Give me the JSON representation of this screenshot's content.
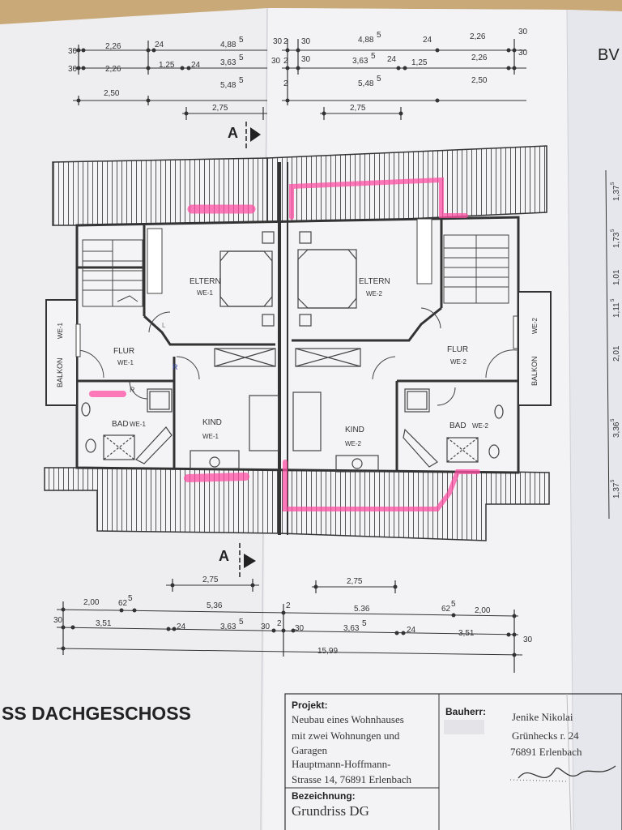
{
  "header": {
    "stamp_corner": "BV"
  },
  "sections": {
    "mark_top": "A",
    "mark_bottom": "A"
  },
  "rooms": {
    "eltern_left": "ELTERN",
    "eltern_left_unit": "WE-1",
    "eltern_right": "ELTERN",
    "eltern_right_unit": "WE-2",
    "flur_left": "FLUR",
    "flur_left_unit": "WE-1",
    "flur_right": "FLUR",
    "flur_right_unit": "WE-2",
    "bad_left": "BAD",
    "bad_left_unit": "WE-1",
    "bad_right": "BAD",
    "bad_right_unit": "WE-2",
    "kind_left": "KIND",
    "kind_left_unit": "WE-1",
    "kind_right": "KIND",
    "kind_right_unit": "WE-2",
    "balkon_left": "BALKON",
    "balkon_left_unit": "WE-1",
    "balkon_right": "BALKON",
    "balkon_right_unit": "WE-2"
  },
  "marks": {
    "r1": "R",
    "r2": "R",
    "l1": "L"
  },
  "dims_top": {
    "l30a": "30",
    "l226a": "2,26",
    "l24a": "24",
    "l4885a": "4,88",
    "sup5a": "5",
    "l30b": "30",
    "l226b": "2,26",
    "l125a": "1,25",
    "l24b": "24",
    "l3635a": "3,63",
    "sup5b": "5",
    "l250a": "2,50",
    "l5485a": "5,48",
    "sup5c": "5",
    "l275a": "2,75",
    "r30a": "30",
    "r2a": "2",
    "r30b": "30",
    "r4885": "4,88",
    "sup5d": "5",
    "r24a": "24",
    "r226a": "2,26",
    "r30c": "30",
    "r30d": "30",
    "r2b": "2",
    "r30e": "30",
    "r3635": "3,63",
    "sup5e": "5",
    "r24b": "24",
    "r125": "1,25",
    "r226b": "2,26",
    "r30f": "30",
    "r2c": "2",
    "r5485": "5,48",
    "sup5f": "5",
    "r250": "2,50",
    "r275": "2,75"
  },
  "dims_bottom": {
    "l275": "2,75",
    "r275": "2,75",
    "l200": "2,00",
    "l625": "62",
    "sup5a": "5",
    "l536": "5,36",
    "r2a": "2",
    "r536": "5.36",
    "r625": "62",
    "sup5b": "5",
    "r200": "2,00",
    "l30": "30",
    "l351": "3,51",
    "l24": "24",
    "l3635": "3,63",
    "sup5c": "5",
    "m30": "30",
    "m2": "2",
    "m30b": "30",
    "r3635": "3,63",
    "sup5d": "5",
    "r24": "24",
    "r351": "3,51",
    "r30": "30",
    "total": "15,99"
  },
  "dims_side": {
    "s1": "1,37",
    "s1sup": "5",
    "s2": "1,73",
    "s2sup": "5",
    "s3": "1,01",
    "s4": "1,11",
    "s4sup": "5",
    "s5": "2,01",
    "s6": "3,36",
    "s6sup": "5",
    "s7": "1,37",
    "s7sup": "5"
  },
  "plan_title": "SS  DACHGESCHOSS",
  "title_block": {
    "projekt_label": "Projekt:",
    "projekt_line1": "Neubau eines Wohnhauses",
    "projekt_line2": "mit zwei Wohnungen und",
    "projekt_line3": "Garagen",
    "projekt_line4": "Hauptmann-Hoffmann-",
    "projekt_line5": "Strasse 14, 76891 Erlenbach",
    "bezeichnung_label": "Bezeichnung:",
    "bezeichnung_value": "Grundriss DG",
    "bauherr_label": "Bauherr:",
    "bauherr_line1": "Jenike Nikolai",
    "bauherr_line2": "Grünhecks r. 24",
    "bauherr_line3": "76891 Erlenbach"
  }
}
